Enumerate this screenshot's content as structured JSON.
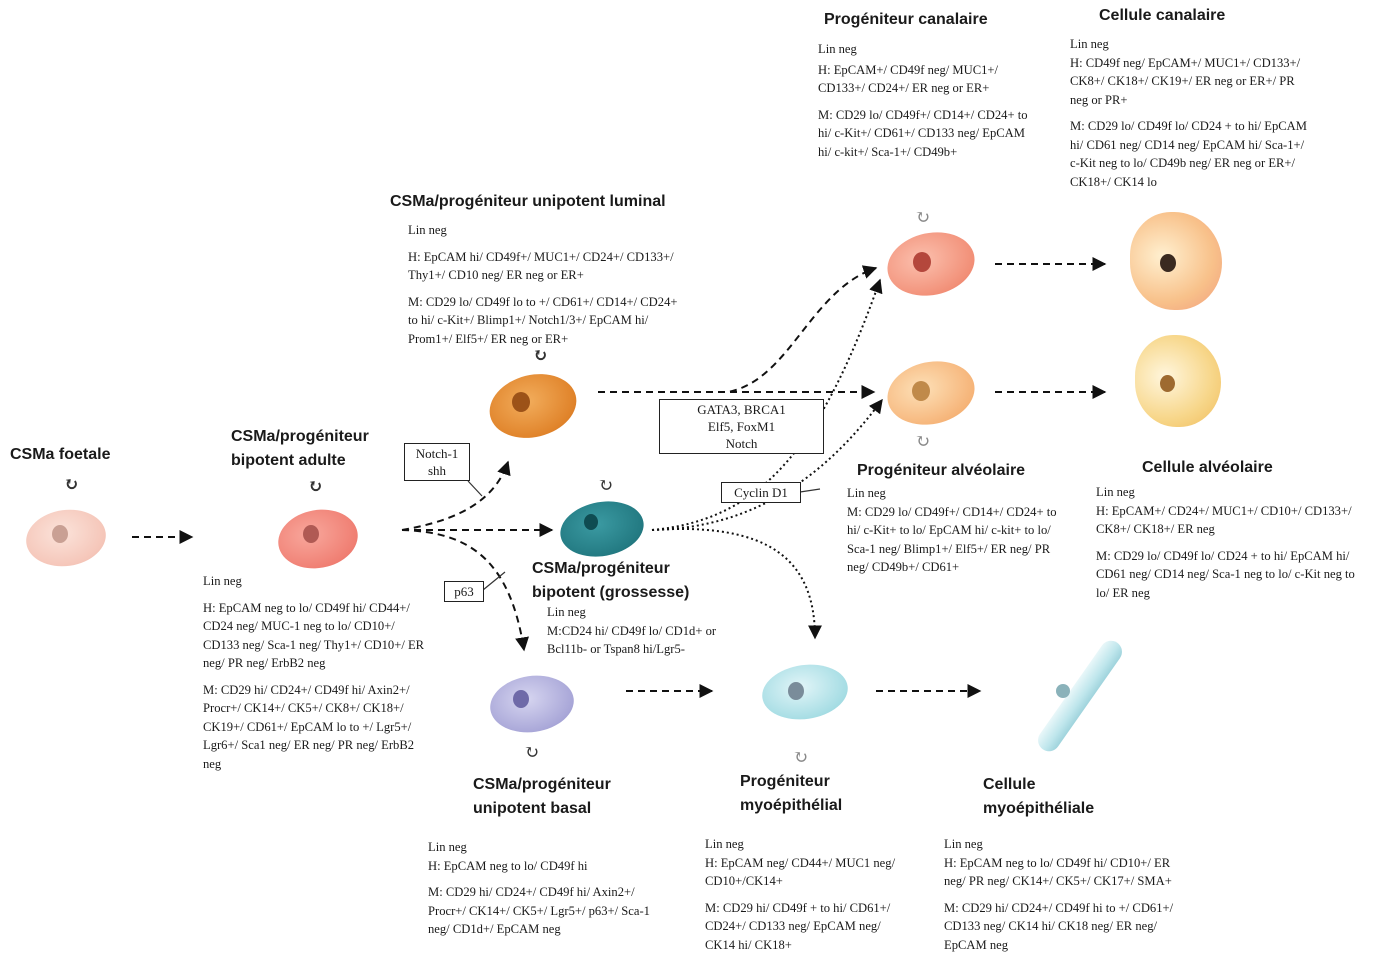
{
  "colors": {
    "fetal": "#f5c6b9",
    "bipotent_adult": "#f07f73",
    "luminal": "#e0832a",
    "bipotent_pregnancy": "#237a82",
    "basal": "#a9a7d8",
    "myo_progenitor": "#a6dde4",
    "canal_progenitor": "#f29078",
    "alveolar_progenitor": "#f6b57a",
    "canal_cell": "#f8c18a",
    "alveolar_cell": "#f7d689",
    "myo_cell": "#bfe6ec"
  },
  "nodes": {
    "fetal": {
      "title": "CSMa foetale",
      "renew": "↻"
    },
    "bipotent_adult": {
      "title": [
        "CSMa/progéniteur",
        "bipotent adulte"
      ],
      "renew": "↻",
      "markers": [
        "Lin neg",
        "H: EpCAM neg to lo/ CD49f hi/ CD44+/ CD24 neg/ MUC-1 neg to lo/ CD10+/ CD133 neg/ Sca-1 neg/ Thy1+/ CD10+/ ER neg/ PR neg/ ErbB2 neg",
        "M: CD29 hi/ CD24+/ CD49f hi/ Axin2+/ Procr+/ CK14+/ CK5+/ CK8+/ CK18+/ CK19+/ CD61+/ EpCAM lo to +/ Lgr5+/ Lgr6+/ Sca1 neg/ ER neg/ PR neg/ ErbB2 neg"
      ]
    },
    "luminal": {
      "title": "CSMa/progéniteur unipotent luminal",
      "renew": "↻",
      "markers": [
        "Lin neg",
        "H: EpCAM hi/ CD49f+/ MUC1+/ CD24+/ CD133+/ Thy1+/ CD10 neg/ ER neg or ER+",
        "M: CD29 lo/ CD49f lo to +/ CD61+/ CD14+/ CD24+ to hi/ c-Kit+/ Blimp1+/ Notch1/3+/ EpCAM hi/ Prom1+/ Elf5+/ ER neg or ER+"
      ]
    },
    "pregnancy": {
      "title": [
        "CSMa/progéniteur",
        "bipotent (grossesse)"
      ],
      "renew": "↻",
      "markers": [
        "Lin neg",
        "M:CD24 hi/ CD49f lo/ CD1d+ or Bcl11b- or Tspan8 hi/Lgr5-"
      ]
    },
    "basal": {
      "title": [
        "CSMa/progéniteur",
        "unipotent basal"
      ],
      "renew": "↻",
      "markers": [
        "Lin neg",
        "H: EpCAM neg to lo/ CD49f hi",
        "M: CD29 hi/ CD24+/ CD49f hi/ Axin2+/ Procr+/ CK14+/ CK5+/ Lgr5+/ p63+/ Sca-1 neg/ CD1d+/ EpCAM neg"
      ]
    },
    "myo_progenitor": {
      "title": [
        "Progéniteur",
        "myoépithélial"
      ],
      "renew": "↻",
      "markers": [
        "Lin neg",
        "H: EpCAM neg/ CD44+/ MUC1 neg/ CD10+/CK14+",
        "M: CD29 hi/ CD49f + to hi/ CD61+/ CD24+/ CD133 neg/ EpCAM neg/ CK14 hi/ CK18+"
      ]
    },
    "canal_progenitor": {
      "title": "Progéniteur canalaire",
      "renew": "↻",
      "markers": [
        "Lin neg",
        "H: EpCAM+/ CD49f neg/ MUC1+/ CD133+/ CD24+/ ER neg or ER+",
        "M: CD29 lo/ CD49f+/ CD14+/ CD24+ to hi/ c-Kit+/ CD61+/ CD133 neg/ EpCAM hi/ c-kit+/ Sca-1+/ CD49b+"
      ]
    },
    "alveolar_progenitor": {
      "title": "Progéniteur alvéolaire",
      "renew": "↻",
      "markers": [
        "Lin neg",
        "M: CD29 lo/ CD49f+/ CD14+/ CD24+ to hi/ c-Kit+ to lo/ EpCAM hi/ c-kit+ to lo/ Sca-1 neg/ Blimp1+/ Elf5+/ ER neg/ PR neg/ CD49b+/ CD61+"
      ]
    },
    "canal_cell": {
      "title": "Cellule canalaire",
      "markers": [
        "Lin neg",
        "H: CD49f neg/ EpCAM+/ MUC1+/ CD133+/ CK8+/ CK18+/ CK19+/ ER neg or ER+/ PR neg or PR+",
        "M: CD29 lo/ CD49f lo/ CD24 + to hi/ EpCAM hi/ CD61 neg/ CD14 neg/ EpCAM hi/ Sca-1+/ c-Kit neg to lo/ CD49b neg/ ER neg or ER+/ CK18+/ CK14 lo"
      ]
    },
    "alveolar_cell": {
      "title": "Cellule alvéolaire",
      "markers": [
        "Lin neg",
        "H: EpCAM+/ CD24+/ MUC1+/ CD10+/ CD133+/ CK8+/ CK18+/ ER neg",
        "M: CD29 lo/ CD49f lo/ CD24 + to hi/ EpCAM hi/ CD61 neg/ CD14 neg/ Sca-1 neg to lo/ c-Kit neg to lo/ ER neg"
      ]
    },
    "myo_cell": {
      "title": [
        "Cellule",
        "myoépithéliale"
      ],
      "markers": [
        "Lin neg",
        "H: EpCAM neg to lo/ CD49f hi/ CD10+/ ER neg/ PR neg/ CK14+/ CK5+/ CK17+/ SMA+",
        "M: CD29 hi/ CD24+/ CD49f hi to +/ CD61+/ CD133 neg/ CK14 hi/ CK18 neg/ ER neg/ EpCAM neg"
      ]
    }
  },
  "labels": {
    "notch": [
      "Notch-1",
      "shh"
    ],
    "p63": "p63",
    "gata": [
      "GATA3, BRCA1",
      "Elf5, FoxM1",
      "Notch"
    ],
    "cyclin": "Cyclin D1"
  }
}
